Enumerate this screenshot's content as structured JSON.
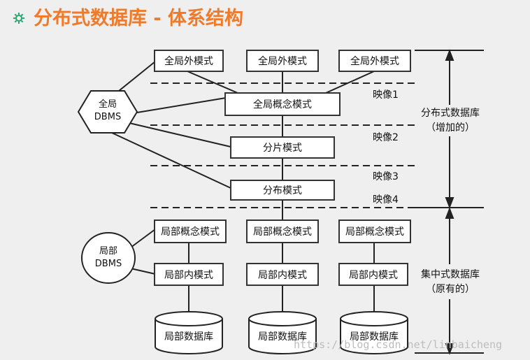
{
  "title": "分布式数据库 - 体系结构",
  "icons": {
    "title_icon": "gear-flower-icon"
  },
  "global_dbms": {
    "line1": "全局",
    "line2": "DBMS"
  },
  "local_dbms": {
    "line1": "局部",
    "line2": "DBMS"
  },
  "external_schemas": [
    "全局外模式",
    "全局外模式",
    "全局外模式"
  ],
  "global_conceptual_schema": "全局概念模式",
  "fragmentation_schema": "分片模式",
  "allocation_schema": "分布模式",
  "local_conceptual_schemas": [
    "局部概念模式",
    "局部概念模式",
    "局部概念模式"
  ],
  "local_internal_schemas": [
    "局部内模式",
    "局部内模式",
    "局部内模式"
  ],
  "local_databases": [
    "局部数据库",
    "局部数据库",
    "局部数据库"
  ],
  "mappings": [
    "映像1",
    "映像2",
    "映像3",
    "映像4"
  ],
  "bracket_upper": {
    "line1": "分布式数据库",
    "line2": "（增加的）"
  },
  "bracket_lower": {
    "line1": "集中式数据库",
    "line2": "（原有的）"
  },
  "watermark": "https://blog.csdn.net/linbaicheng",
  "colors": {
    "title": "#ef7b2a",
    "background": "#efefef",
    "icon": "#2aa56b"
  }
}
